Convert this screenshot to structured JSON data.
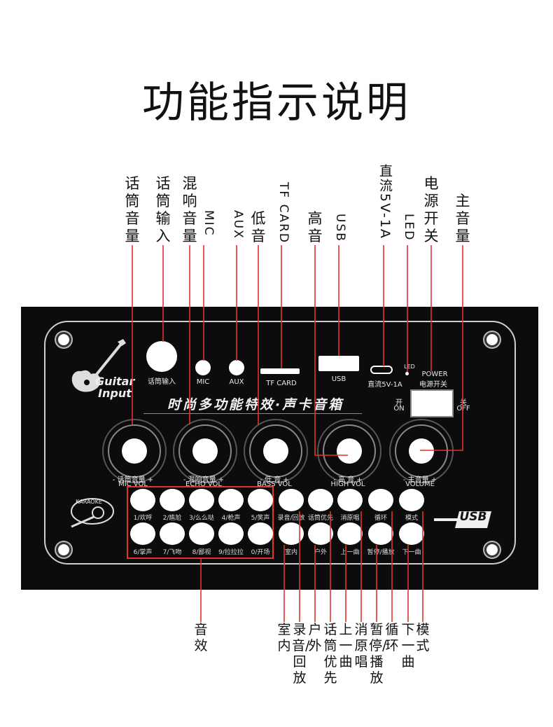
{
  "title": "功能指示说明",
  "top_labels": {
    "mic_volume": "话筒音量",
    "mic_input": "话筒输入",
    "echo_volume": "混响音量",
    "mic": "MIC",
    "aux": "AUX",
    "bass": "低音",
    "tf_card": "TF CARD",
    "treble": "高音",
    "usb": "USB",
    "dc": "直流5V-1A",
    "led": "LED",
    "power": "电源开关",
    "main_volume": "主音量"
  },
  "bottom_labels": {
    "sound_effects": "音效",
    "indoor": "室内",
    "record_play": "录音/回放",
    "outdoor": "户外",
    "mic_priority": "话筒优先",
    "prev_track": "上一曲",
    "vocal_cancel": "消原唱",
    "pause_play": "暂停/播放",
    "loop": "循环",
    "next_track": "下一曲",
    "mode": "模式"
  },
  "panel": {
    "guitar_input": "Guitar Input",
    "mic_input_jack": "话筒输入",
    "mic_jack": "MIC",
    "aux_jack": "AUX",
    "tf_card_slot": "TF CARD",
    "usb_port": "USB",
    "dc_port": "直流5V-1A",
    "led": "LED",
    "power_en": "POWER",
    "power_cn": "电源开关",
    "slogan": "时尚多功能特效·声卡音箱",
    "switch_on_cn": "开",
    "switch_on_en": "ON",
    "switch_off_cn": "关",
    "switch_off_en": "OFF",
    "karaoke": "KARAOKE",
    "usb_logo": "USB",
    "knobs": [
      {
        "cn": "- 话筒音量 +",
        "en": "MIC VOL"
      },
      {
        "cn": "- 混响音量 +",
        "en": "ECHO VOL"
      },
      {
        "cn": "- 低 音 +",
        "en": "BASS VOL"
      },
      {
        "cn": "- 高 音 +",
        "en": "HIGH VOL"
      },
      {
        "cn": "- 主音量 +",
        "en": "VOLUME"
      }
    ],
    "buttons_row1": [
      "1/欢呼",
      "2/尴尬",
      "3/么么哒",
      "4/枪声",
      "5/笑声",
      "录音/回放",
      "话筒优先",
      "消原唱",
      "循环",
      "模式"
    ],
    "buttons_row2": [
      "6/掌声",
      "7/飞吻",
      "8/鄙视",
      "9/拉拉拉",
      "0/开场",
      "室内",
      "户外",
      "上一曲",
      "暂停/播放",
      "下一曲"
    ]
  }
}
